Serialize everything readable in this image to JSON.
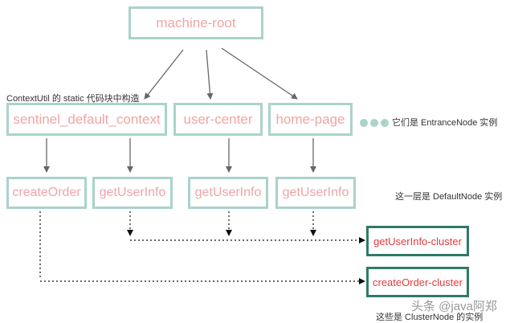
{
  "nodes": {
    "root": "machine-root",
    "entrance_sentinel": "sentinel_default_context",
    "entrance_user_center": "user-center",
    "entrance_home_page": "home-page",
    "default_create_order": "createOrder",
    "default_get_user_info_1": "getUserInfo",
    "default_get_user_info_2": "getUserInfo",
    "default_get_user_info_3": "getUserInfo",
    "cluster_get_user_info": "getUserInfo-cluster",
    "cluster_create_order": "createOrder-cluster"
  },
  "labels": {
    "context_note": "ContextUtil 的 static 代码块中构造",
    "entrance_note": "它们是 EntranceNode 实例",
    "default_note": "这一层是 DefaultNode 实例",
    "cluster_note": "这些是 ClusterNode 的实例",
    "watermark": "头条 @java阿郑"
  },
  "colors": {
    "node_border": "#a9d3cb",
    "node_text": "#f0a5a5",
    "cluster_border": "#2f7a68",
    "cluster_text": "#e23b3b",
    "arrow": "#666666"
  }
}
